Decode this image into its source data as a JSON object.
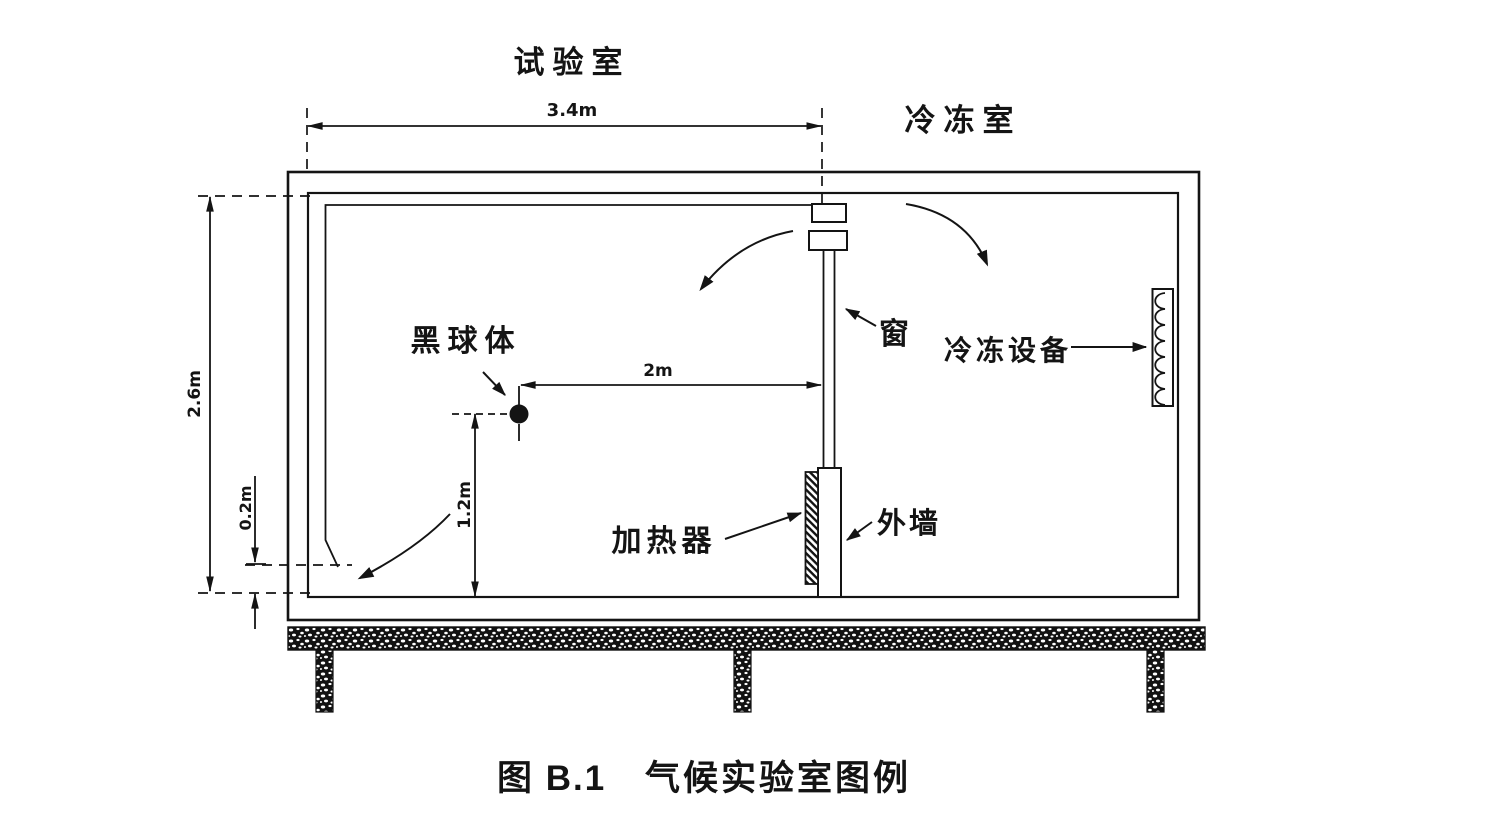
{
  "caption": {
    "number": "图 B.1",
    "title": "气候实验室图例"
  },
  "labels": {
    "test_room": "试验室",
    "freezer_room": "冷冻室",
    "black_globe": "黑球体",
    "window": "窗",
    "freezer_equipment": "冷冻设备",
    "heater": "加热器",
    "outer_wall": "外墙"
  },
  "dimensions": {
    "room_width": "3.4m",
    "room_height": "2.6m",
    "floor_gap": "0.2m",
    "globe_height": "1.2m",
    "globe_to_window": "2m"
  },
  "colors": {
    "line": "#141414",
    "background": "#ffffff"
  }
}
